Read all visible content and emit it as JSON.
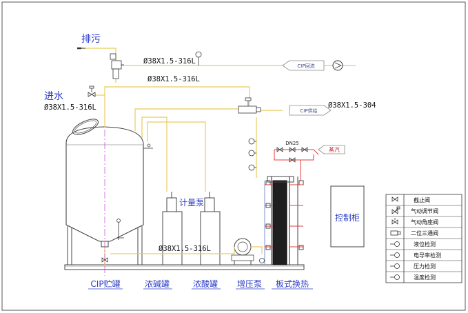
{
  "labels": {
    "drain": "排污",
    "water_inlet": "进水",
    "metering_pump": "计量泵",
    "control_cabinet": "控制柜",
    "steam": "蒸汽",
    "cip_return": "CIP回流",
    "cip_supply": "CIP供给",
    "valve_dn": "DN25"
  },
  "pipe_specs": {
    "top": "Ø38X1.5-316L",
    "second": "Ø38X1.5-316L",
    "inlet": "Ø38X1.5-316L",
    "supply": "Ø38X1.5-304",
    "bottom": "Ø38X1.5-316L"
  },
  "equipment": [
    "CIP贮罐",
    "浓碱罐",
    "浓酸罐",
    "增压泵",
    "板式换热"
  ],
  "legend": [
    {
      "icon": "stop-valve-icon",
      "label": "截止阀"
    },
    {
      "icon": "pneumatic-regulating-valve-icon",
      "label": "气动调节阀"
    },
    {
      "icon": "pneumatic-angle-valve-icon",
      "label": "气动角座阀"
    },
    {
      "icon": "two-position-three-way-valve-icon",
      "label": "二位三通阀"
    },
    {
      "icon": "level-sensor-icon",
      "label": "液位检测"
    },
    {
      "icon": "conductivity-sensor-icon",
      "label": "电导率检测"
    },
    {
      "icon": "pressure-sensor-icon",
      "label": "压力检测"
    },
    {
      "icon": "temperature-sensor-icon",
      "label": "温度检测"
    }
  ],
  "colors": {
    "pipe_yellow": "#e8cc5a",
    "pipe_red": "#e33b3b",
    "pipe_blue": "#8fa7d8",
    "centerline": "#c83fd6",
    "label_blue": "#2b3cc6"
  }
}
